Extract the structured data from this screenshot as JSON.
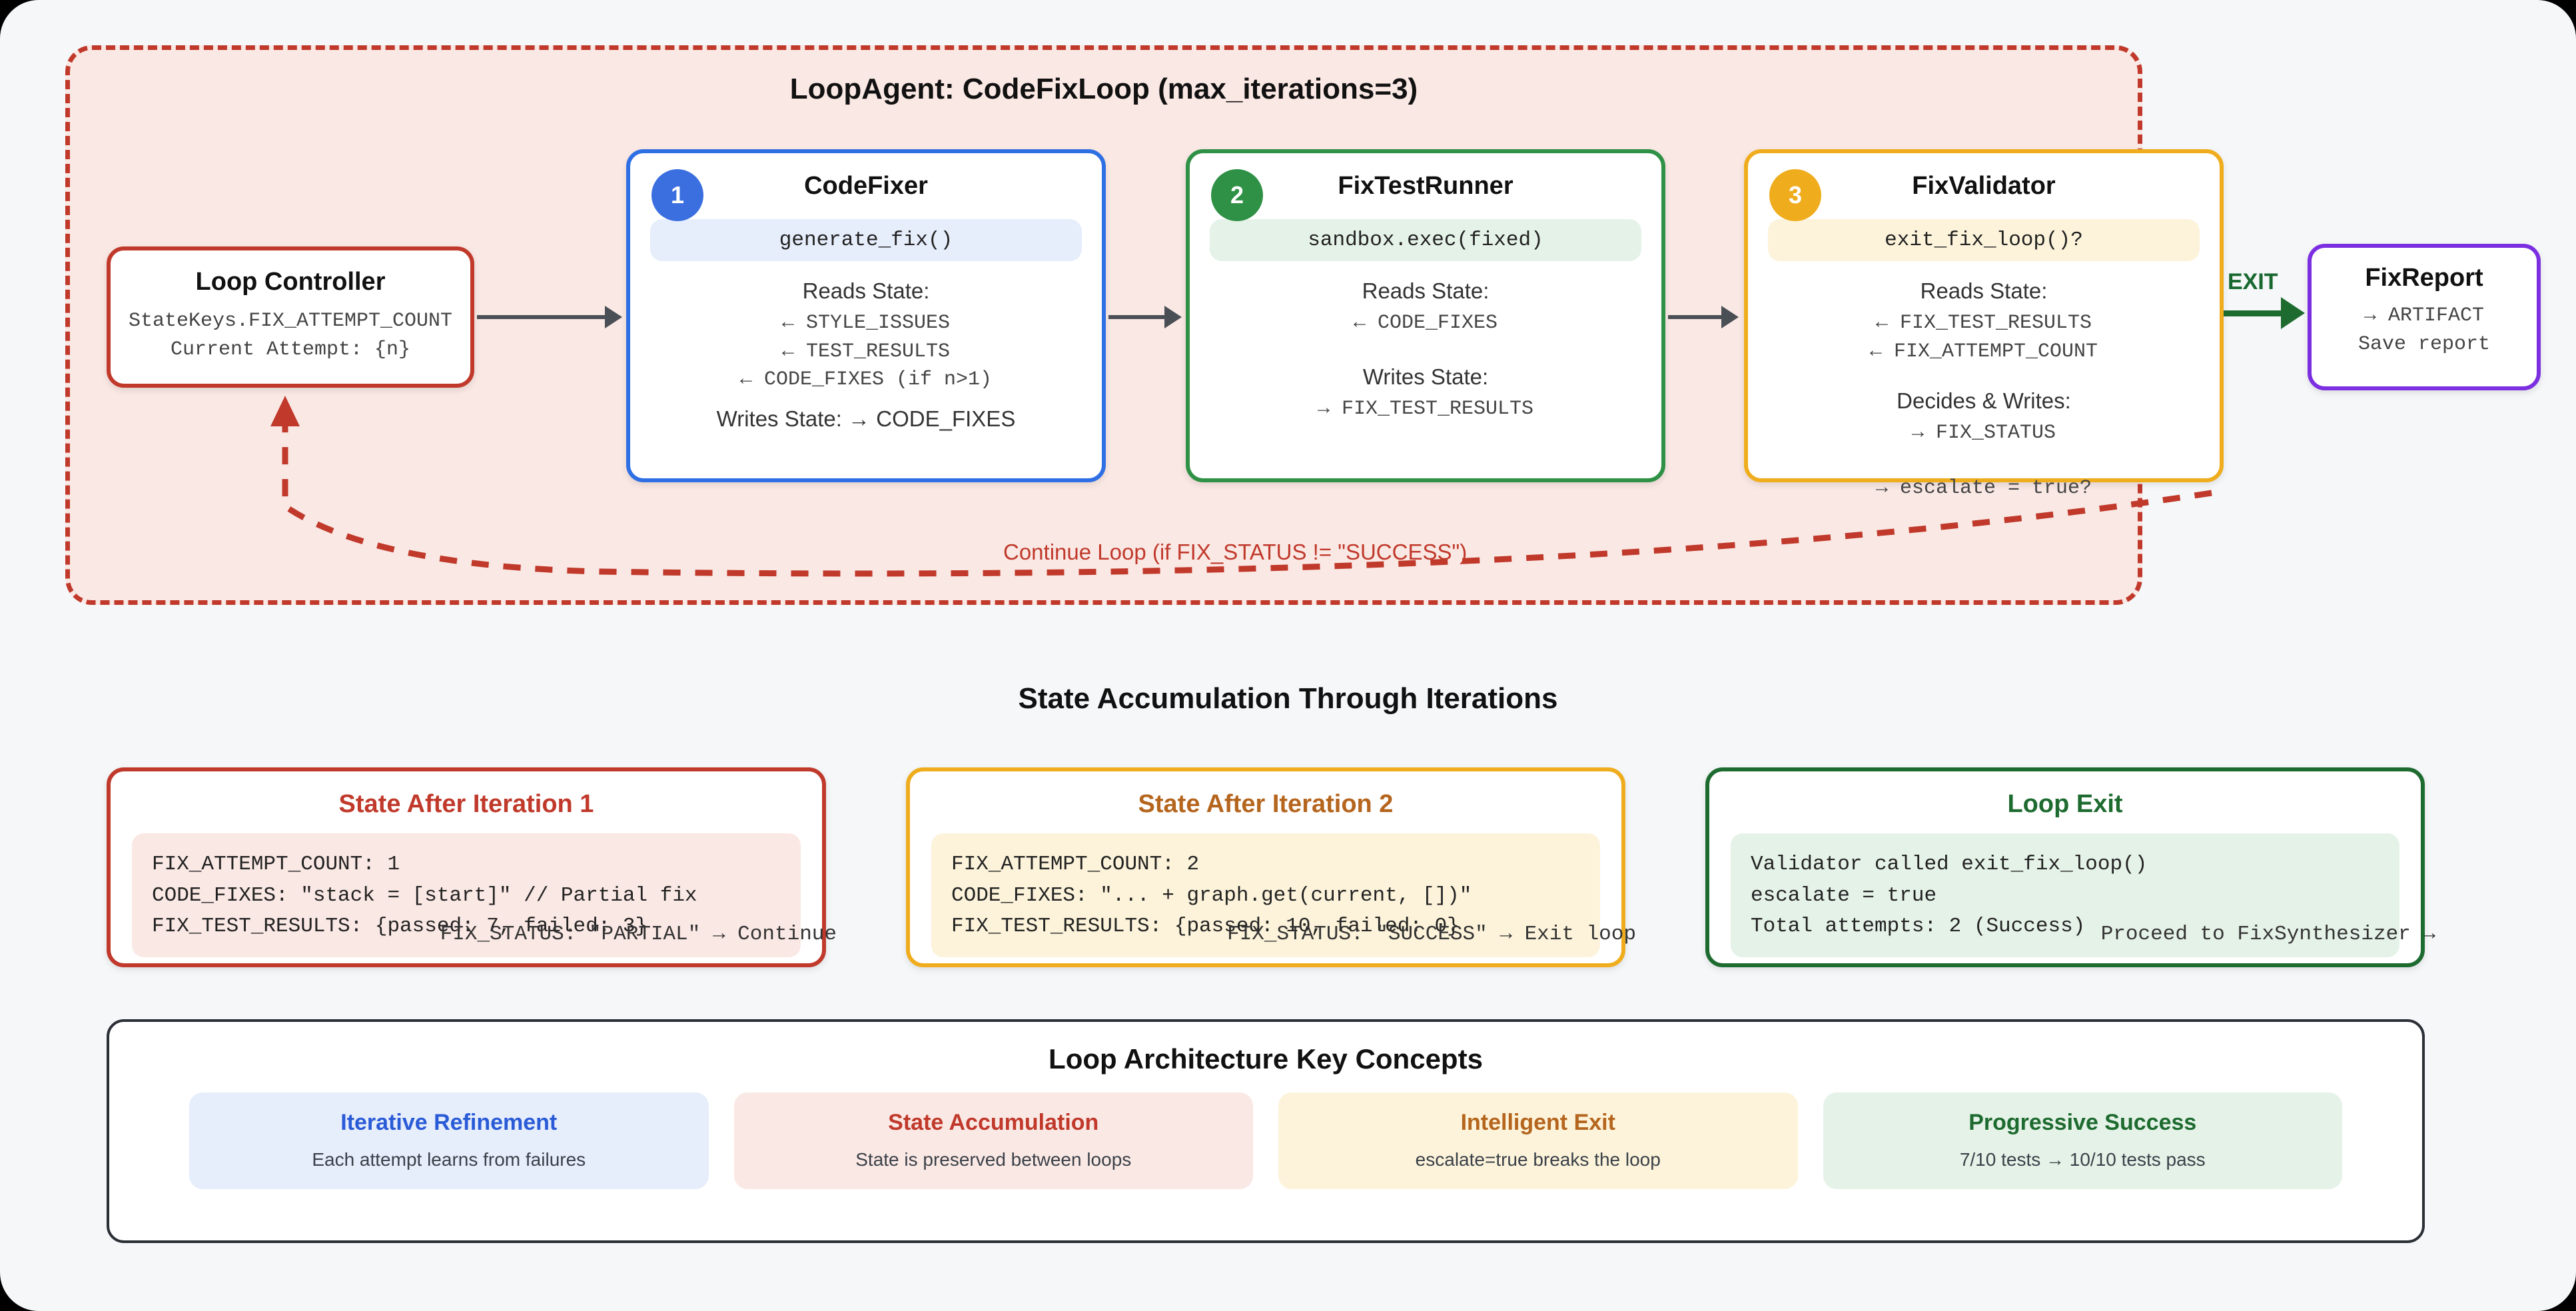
{
  "loop": {
    "title": "LoopAgent: CodeFixLoop (max_iterations=3)",
    "continue_label": "Continue Loop (if FIX_STATUS != \"SUCCESS\")",
    "exit_label": "EXIT"
  },
  "loop_controller": {
    "title": "Loop Controller",
    "line1": "StateKeys.FIX_ATTEMPT_COUNT",
    "line2": "Current Attempt: {n}"
  },
  "nodes": [
    {
      "badge": "1",
      "title": "CodeFixer",
      "code": "generate_fix()",
      "reads_label": "Reads State:",
      "reads": [
        "← STYLE_ISSUES",
        "← TEST_RESULTS",
        "← CODE_FIXES (if n>1)"
      ],
      "writes_label": "Writes State: → CODE_FIXES",
      "writes": [],
      "accent": "#3b6fe0"
    },
    {
      "badge": "2",
      "title": "FixTestRunner",
      "code": "sandbox.exec(fixed)",
      "reads_label": "Reads State:",
      "reads": [
        "← CODE_FIXES"
      ],
      "writes_label": "Writes State:",
      "writes": [
        "→ FIX_TEST_RESULTS"
      ],
      "accent": "#2e9145"
    },
    {
      "badge": "3",
      "title": "FixValidator",
      "code": "exit_fix_loop()?",
      "reads_label": "Reads State:",
      "reads": [
        "← FIX_TEST_RESULTS",
        "← FIX_ATTEMPT_COUNT"
      ],
      "writes_label": "Decides & Writes:",
      "writes": [
        "→ FIX_STATUS"
      ],
      "overflow": "→ escalate = true?",
      "accent": "#efad1e"
    }
  ],
  "fixreport": {
    "title": "FixReport",
    "line1": "→ ARTIFACT",
    "line2": "Save report"
  },
  "state_section": {
    "heading": "State Accumulation Through Iterations",
    "cards": [
      {
        "title": "State After Iteration 1",
        "lines": [
          "FIX_ATTEMPT_COUNT: 1",
          "CODE_FIXES: \"stack = [start]\" // Partial fix",
          "FIX_TEST_RESULTS: {passed: 7, failed: 3}"
        ],
        "footer": "FIX_STATUS: \"PARTIAL\" → Continue"
      },
      {
        "title": "State After Iteration 2",
        "lines": [
          "FIX_ATTEMPT_COUNT: 2",
          "CODE_FIXES: \"... + graph.get(current, [])\"",
          "FIX_TEST_RESULTS: {passed: 10, failed: 0}"
        ],
        "footer": "FIX_STATUS: \"SUCCESS\" → Exit loop"
      },
      {
        "title": "Loop Exit",
        "lines": [
          "Validator called exit_fix_loop()",
          "escalate = true",
          "Total attempts: 2 (Success)"
        ],
        "footer": "Proceed to FixSynthesizer →"
      }
    ]
  },
  "concepts": {
    "title": "Loop Architecture Key Concepts",
    "items": [
      {
        "title": "Iterative Refinement",
        "sub": "Each attempt learns from failures",
        "bg": "#e6edfb",
        "color": "#2a5bd7"
      },
      {
        "title": "State Accumulation",
        "sub": "State is preserved between loops",
        "bg": "#fae8e4",
        "color": "#c0392b"
      },
      {
        "title": "Intelligent Exit",
        "sub": "escalate=true breaks the loop",
        "bg": "#fcf3da",
        "color": "#b5651d"
      },
      {
        "title": "Progressive Success",
        "sub": "7/10 tests → 10/10 tests pass",
        "bg": "#e5f2e8",
        "color": "#1e6b30"
      }
    ]
  }
}
